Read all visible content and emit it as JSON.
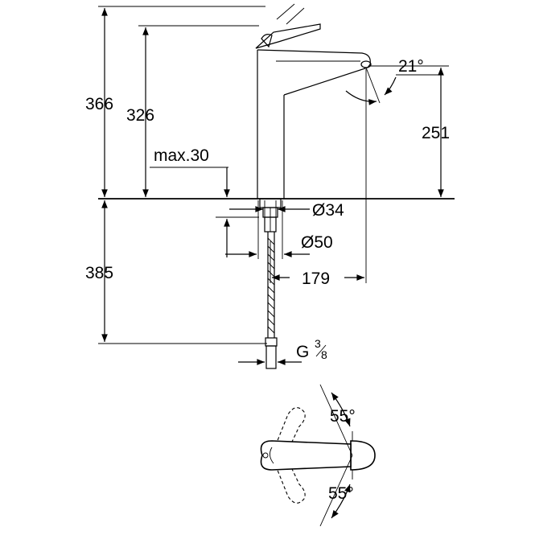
{
  "dimensions": {
    "total_height": "366",
    "spout_height": "326",
    "mount_thickness": "max.30",
    "outlet_height": "251",
    "spout_angle": "21°",
    "tail_length": "385",
    "hole_min": "Ø34",
    "hole_max": "Ø50",
    "spout_reach": "179",
    "connection_G": "G",
    "connection_num": "3",
    "connection_den": "8",
    "rotation_top": "55°",
    "rotation_bottom": "55°"
  }
}
